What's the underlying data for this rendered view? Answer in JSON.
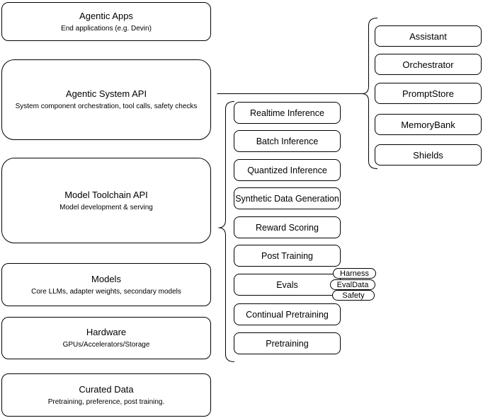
{
  "colors": {
    "stroke": "#000000",
    "fill": "#ffffff",
    "text": "#000000"
  },
  "stack": {
    "agentic_apps": {
      "title": "Agentic Apps",
      "subtitle": "End applications (e.g. Devin)"
    },
    "agentic_system_api": {
      "title": "Agentic System API",
      "subtitle": "System component orchestration, tool calls, safety checks"
    },
    "model_toolchain_api": {
      "title": "Model Toolchain API",
      "subtitle": "Model development & serving"
    },
    "models": {
      "title": "Models",
      "subtitle": "Core LLMs, adapter weights, secondary models"
    },
    "hardware": {
      "title": "Hardware",
      "subtitle": "GPUs/Accelerators/Storage"
    },
    "curated_data": {
      "title": "Curated Data",
      "subtitle": "Pretraining, preference, post training."
    }
  },
  "toolchain": {
    "items": [
      "Realtime Inference",
      "Batch Inference",
      "Quantized Inference",
      "Synthetic Data Generation",
      "Reward Scoring",
      "Post Training",
      "Evals",
      "Continual Pretraining",
      "Pretraining"
    ]
  },
  "eval_tags": [
    "Harness",
    "EvalData",
    "Safety"
  ],
  "system_components": [
    "Assistant",
    "Orchestrator",
    "PromptStore",
    "MemoryBank",
    "Shields"
  ]
}
